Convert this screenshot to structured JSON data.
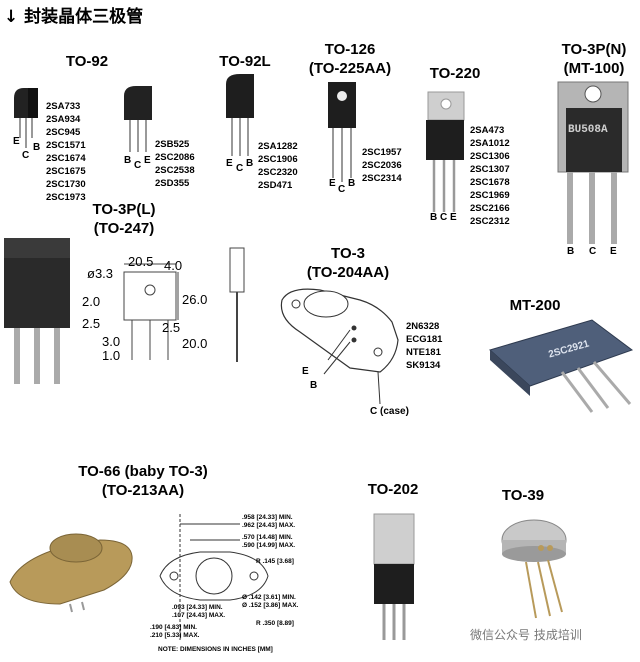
{
  "header": {
    "arrow": "↓",
    "title": "封装晶体三极管"
  },
  "packages": {
    "to92": {
      "name": "TO-92",
      "parts": [
        "2SA733",
        "2SA934",
        "2SC945",
        "2SC1571",
        "2SC1674",
        "2SC1675",
        "2SC1730",
        "2SC1973"
      ],
      "pins": [
        "E",
        "C",
        "B"
      ]
    },
    "to92b": {
      "parts": [
        "2SB525",
        "2SC2086",
        "2SC2538",
        "2SD355"
      ],
      "pins": [
        "B",
        "C",
        "E"
      ]
    },
    "to92l": {
      "name": "TO-92L",
      "parts": [
        "2SA1282",
        "2SC1906",
        "2SC2320",
        "2SD471"
      ],
      "pins": [
        "E",
        "C",
        "B"
      ]
    },
    "to126": {
      "name": "TO-126",
      "alt": "(TO-225AA)",
      "parts": [
        "2SC1957",
        "2SC2036",
        "2SC2314"
      ],
      "pins": [
        "E",
        "C",
        "B"
      ]
    },
    "to220": {
      "name": "TO-220",
      "parts": [
        "2SA473",
        "2SA1012",
        "2SC1306",
        "2SC1307",
        "2SC1678",
        "2SC1969",
        "2SC2166",
        "2SC2312"
      ],
      "pins": [
        "B",
        "C",
        "E"
      ]
    },
    "to3pn": {
      "name": "TO-3P(N)",
      "alt": "(MT-100)",
      "body_text": "BU508A",
      "pins": [
        "B",
        "C",
        "E"
      ]
    },
    "to3pl": {
      "name": "TO-3P(L)",
      "alt": "(TO-247)",
      "dims": [
        "ø3.3",
        "20.5",
        "4.0",
        "2.0",
        "26.0",
        "2.5",
        "2.5",
        "3.0",
        "20.0",
        "1.0"
      ]
    },
    "to3": {
      "name": "TO-3",
      "alt": "(TO-204AA)",
      "parts": [
        "2N6328",
        "ECG181",
        "NTE181",
        "SK9134"
      ],
      "pins": [
        "E",
        "B",
        "C (case)"
      ]
    },
    "mt200": {
      "name": "MT-200",
      "body_text": "2SC2921"
    },
    "to66": {
      "name": "TO-66 (baby TO-3)",
      "alt": "(TO-213AA)",
      "dims": [
        ".958 [24.33] MIN.",
        ".962 [24.43] MAX.",
        ".570 [14.48] MIN.",
        ".590 [14.99] MAX.",
        "R .145 [3.68]",
        "Ø .142 [3.61] MIN.",
        "Ø .152 [3.86] MAX.",
        ".093 [24.33] MIN.",
        ".107 [24.43] MAX.",
        "R .350 [8.89]",
        ".190 [4.83] MIN.",
        ".210 [5.33] MAX."
      ],
      "note": "NOTE: DIMENSIONS IN INCHES [MM]"
    },
    "to202": {
      "name": "TO-202"
    },
    "to39": {
      "name": "TO-39"
    }
  },
  "watermark": "微信公众号 技成培训",
  "colors": {
    "body_dark": "#1e1e1e",
    "metal": "#bdbdbd",
    "gold": "#b89a5a",
    "blue_body": "#4f5f7a"
  }
}
